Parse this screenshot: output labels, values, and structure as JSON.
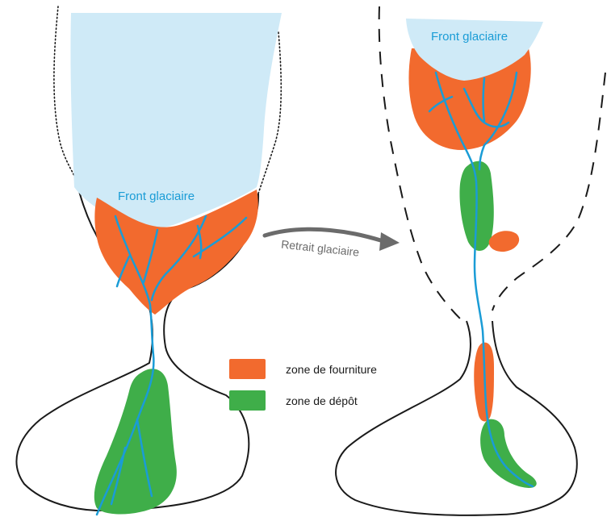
{
  "left_panel": {
    "glacier_label": "Front glaciaire"
  },
  "right_panel": {
    "glacier_label": "Front glaciaire"
  },
  "arrow": {
    "label": "Retrait glaciaire"
  },
  "legend": {
    "items": [
      {
        "label": "zone de fourniture",
        "color": "#f26a2e"
      },
      {
        "label": "zone de dépôt",
        "color": "#3fae49"
      }
    ]
  },
  "colors": {
    "ice": "#cfeaf7",
    "supply_zone": "#f26a2e",
    "deposit_zone": "#3fae49",
    "river": "#1a9cd6",
    "outline": "#1a1a1a",
    "arrow": "#6b6b6b",
    "label_text": "#1a9cd6"
  }
}
